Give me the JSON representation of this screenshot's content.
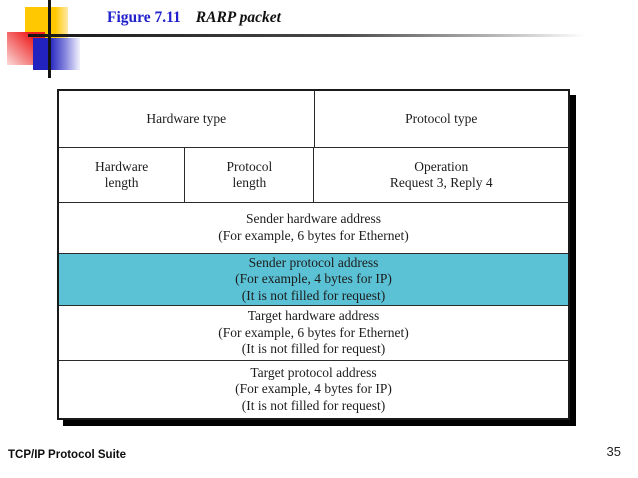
{
  "slide": {
    "title_figure": "Figure 7.11",
    "title_caption": "RARP packet",
    "footer_left": "TCP/IP Protocol Suite",
    "page_number": "35"
  },
  "colors": {
    "title_blue": "#2121CC",
    "highlight_cyan": "#5BC1D5",
    "decor_yellow": "#FFC800",
    "decor_red": "#EE1C1C",
    "decor_blue": "#2222BE",
    "shadow_black": "#000000"
  },
  "packet": {
    "rows": [
      {
        "cells": [
          {
            "label": "Hardware type"
          },
          {
            "label": "Protocol type"
          }
        ]
      },
      {
        "cells": [
          {
            "label": "Hardware\nlength"
          },
          {
            "label": "Protocol\nlength"
          },
          {
            "label": "Operation\nRequest 3, Reply 4"
          }
        ]
      },
      {
        "cells": [
          {
            "label": "Sender hardware address\n(For example, 6 bytes for Ethernet)"
          }
        ]
      },
      {
        "highlighted": true,
        "cells": [
          {
            "label": "Sender protocol address\n(For example, 4 bytes for IP)\n(It is not filled for request)"
          }
        ]
      },
      {
        "cells": [
          {
            "label": "Target hardware address\n(For example, 6 bytes for Ethernet)\n(It is not filled for request)"
          }
        ]
      },
      {
        "cells": [
          {
            "label": "Target protocol address\n(For example, 4 bytes for IP)\n(It is not filled for request)"
          }
        ]
      }
    ]
  }
}
